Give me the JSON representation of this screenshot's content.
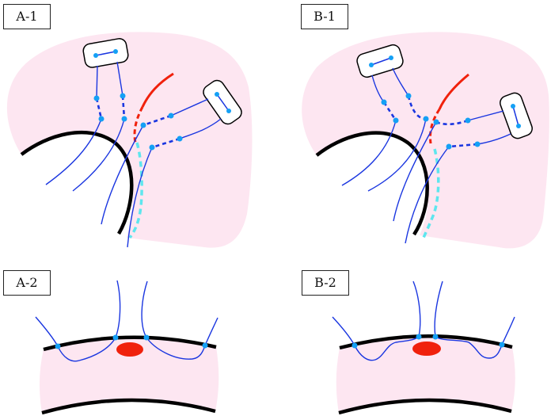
{
  "panels": {
    "a1": {
      "label": "A-1"
    },
    "b1": {
      "label": "B-1"
    },
    "a2": {
      "label": "A-2"
    },
    "b2": {
      "label": "B-2"
    }
  },
  "colors": {
    "region": "#fde6f1",
    "nerve": "#1a36e0",
    "node": "#14a0f5",
    "red": "#f0210c",
    "cyan": "#5ee6ee"
  }
}
